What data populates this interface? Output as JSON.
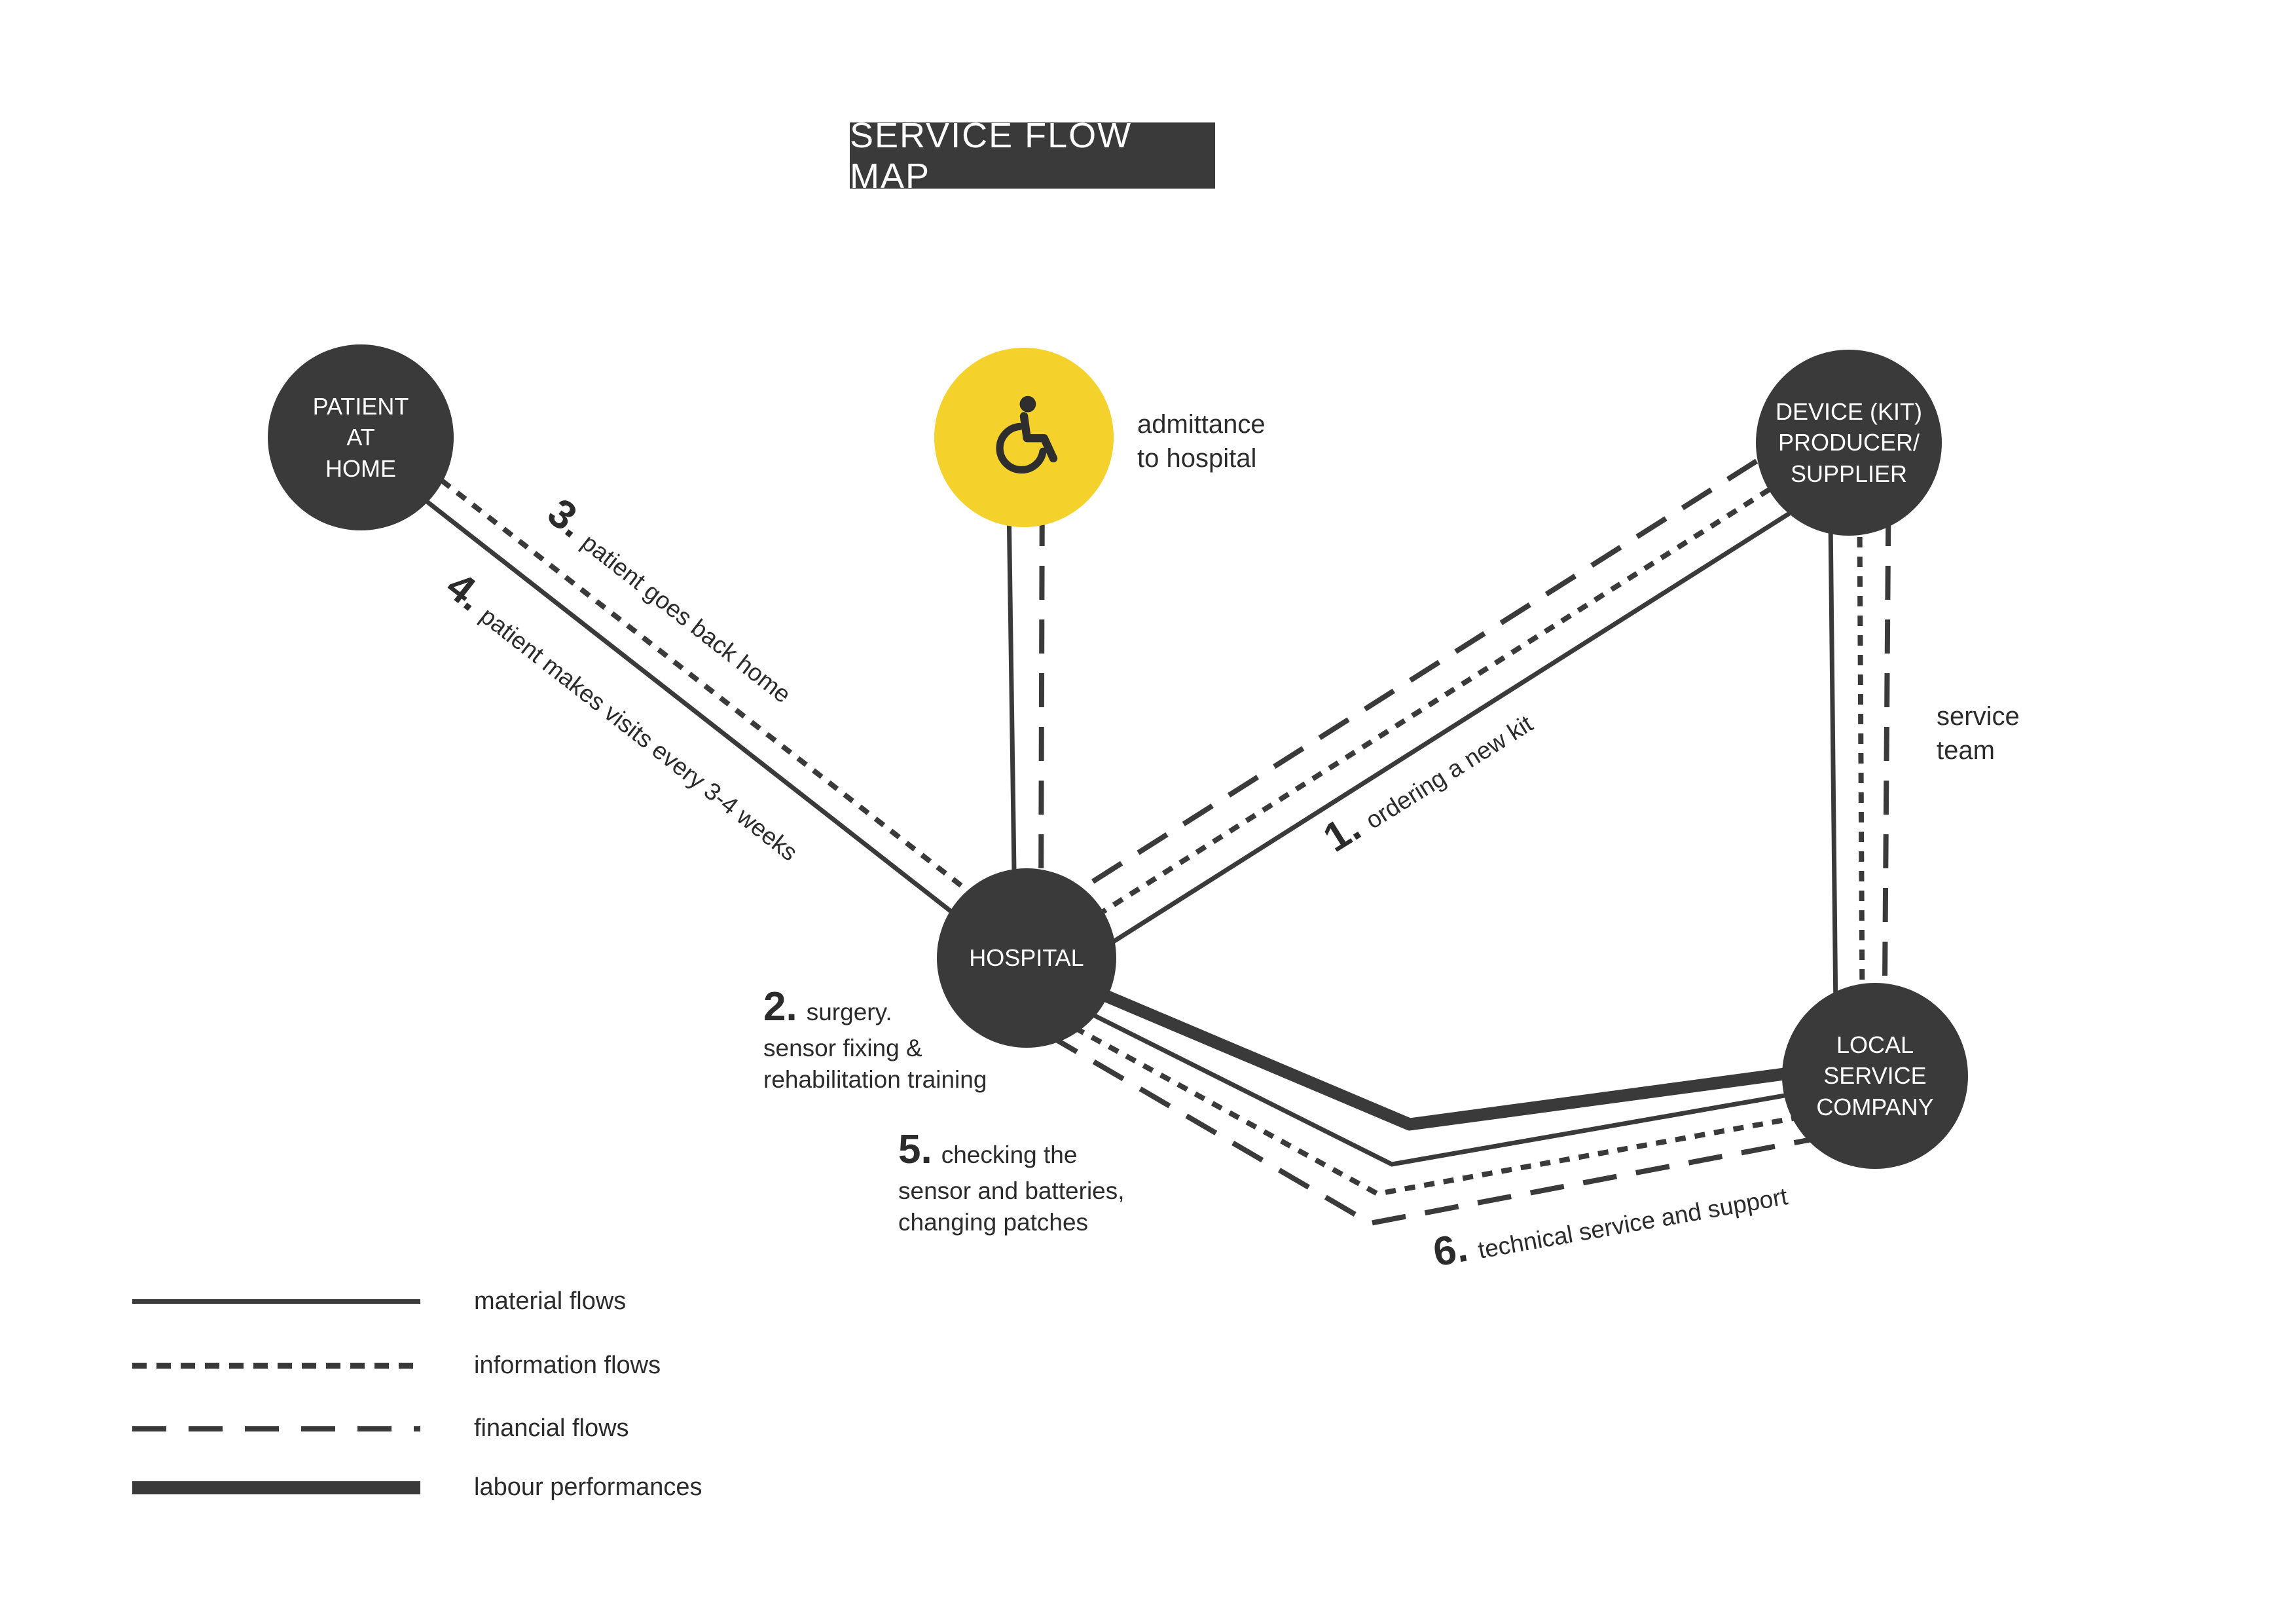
{
  "title": "SERVICE FLOW MAP",
  "nodes": {
    "patient_at_home": "PATIENT\nAT\nHOME",
    "device_producer": "DEVICE (KIT)\nPRODUCER/\nSUPPLIER",
    "hospital": "HOSPITAL",
    "local_service_company": "LOCAL\nSERVICE\nCOMPANY"
  },
  "notes": {
    "admittance": "admittance\nto hospital",
    "service_team": "service\nteam"
  },
  "steps": {
    "s1": {
      "num": "1.",
      "text": "ordering a new kit"
    },
    "s2": {
      "num": "2.",
      "text": "surgery.\nsensor fixing &\nrehabilitation training"
    },
    "s3": {
      "num": "3.",
      "text": "patient goes back home"
    },
    "s4": {
      "num": "4.",
      "text": "patient makes visits every 3-4 weeks"
    },
    "s5": {
      "num": "5.",
      "text": "checking the\nsensor and batteries,\nchanging patches"
    },
    "s6": {
      "num": "6.",
      "text": "technical service and support"
    }
  },
  "legend": {
    "material": "material flows",
    "information": "information flows",
    "financial": "financial flows",
    "labour": "labour performances"
  },
  "icons": {
    "wheelchair": "wheelchair-icon"
  },
  "colors": {
    "ink": "#3a3a3a",
    "node_dark": "#3a3a3a",
    "accent_yellow": "#f4d22b",
    "background": "#ffffff"
  }
}
